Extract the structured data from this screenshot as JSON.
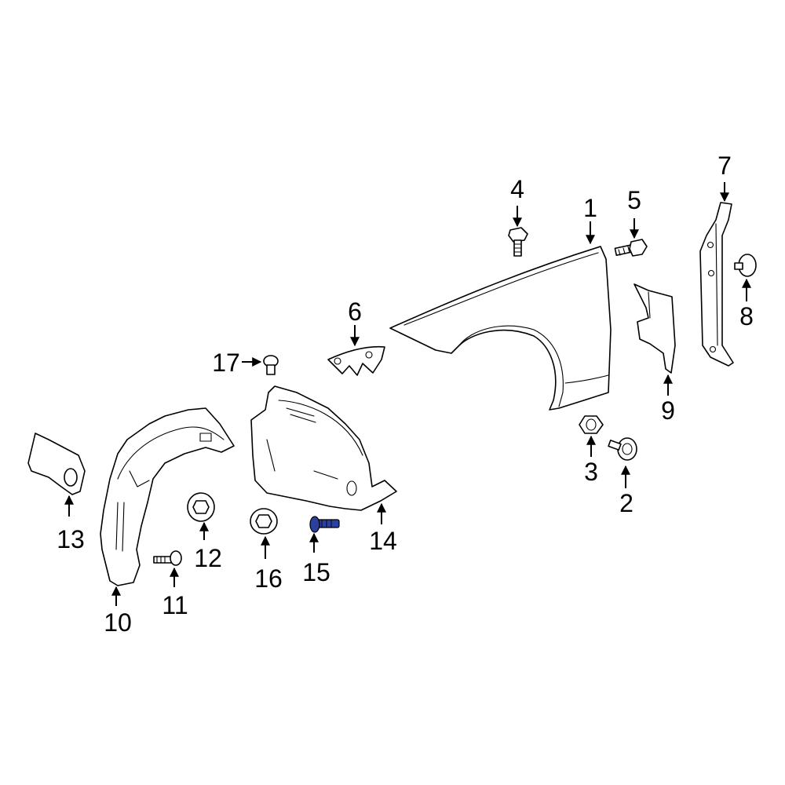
{
  "diagram": {
    "highlight_color": "#2b3f9e",
    "callouts": [
      {
        "id": "1",
        "label": "1"
      },
      {
        "id": "2",
        "label": "2"
      },
      {
        "id": "3",
        "label": "3"
      },
      {
        "id": "4",
        "label": "4"
      },
      {
        "id": "5",
        "label": "5"
      },
      {
        "id": "6",
        "label": "6"
      },
      {
        "id": "7",
        "label": "7"
      },
      {
        "id": "8",
        "label": "8"
      },
      {
        "id": "9",
        "label": "9"
      },
      {
        "id": "10",
        "label": "10"
      },
      {
        "id": "11",
        "label": "11"
      },
      {
        "id": "12",
        "label": "12"
      },
      {
        "id": "13",
        "label": "13"
      },
      {
        "id": "14",
        "label": "14"
      },
      {
        "id": "15",
        "label": "15"
      },
      {
        "id": "16",
        "label": "16"
      },
      {
        "id": "17",
        "label": "17"
      }
    ],
    "highlighted_part": "15"
  }
}
